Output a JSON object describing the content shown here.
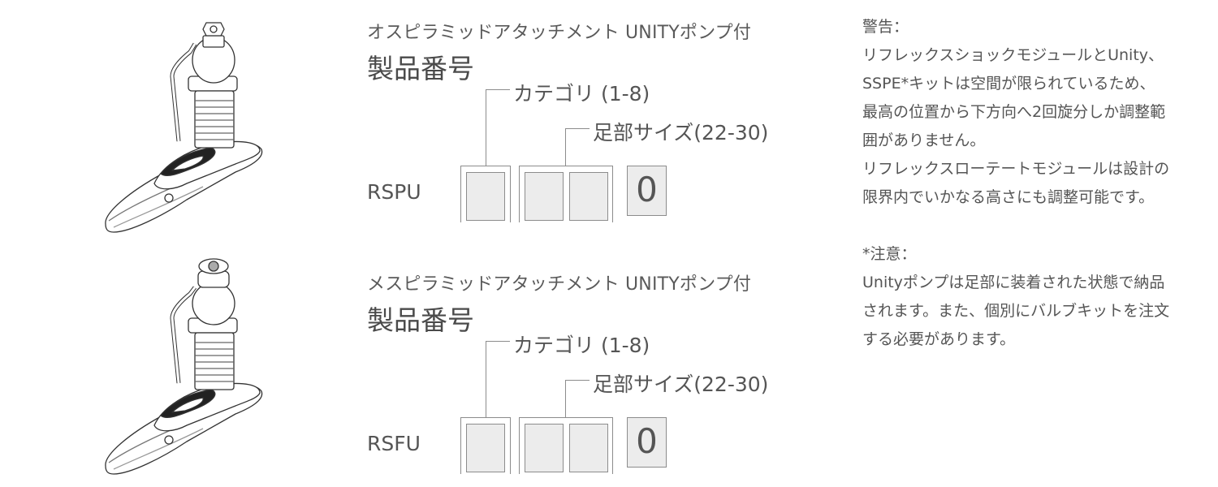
{
  "products": [
    {
      "subtitle": "オスピラミッドアタッチメント UNITYポンプ付",
      "title": "製品番号",
      "category_label": "カテゴリ (1-8)",
      "size_label": "足部サイズ(22-30)",
      "code": "RSPU",
      "suffix": "0",
      "image": "prosthetic-foot-male-pyramid"
    },
    {
      "subtitle": "メスピラミッドアタッチメント UNITYポンプ付",
      "title": "製品番号",
      "category_label": "カテゴリ (1-8)",
      "size_label": "足部サイズ(22-30)",
      "code": "RSFU",
      "suffix": "0",
      "image": "prosthetic-foot-female-pyramid"
    }
  ],
  "notes": {
    "warning_title": "警告：",
    "warning_lines": [
      "リフレックスショックモジュールとUnity、",
      "SSPE*キットは空間が限られているため、",
      "最高の位置から下方向へ2回旋分しか調整範",
      "囲がありません。",
      "リフレックスローテートモジュールは設計の",
      "限界内でいかなる高さにも調整可能です。"
    ],
    "note_title": "*注意：",
    "note_lines": [
      "Unityポンプは足部に装着された状態で納品",
      "されます。また、個別にバルブキットを注文",
      "する必要があります。"
    ]
  }
}
